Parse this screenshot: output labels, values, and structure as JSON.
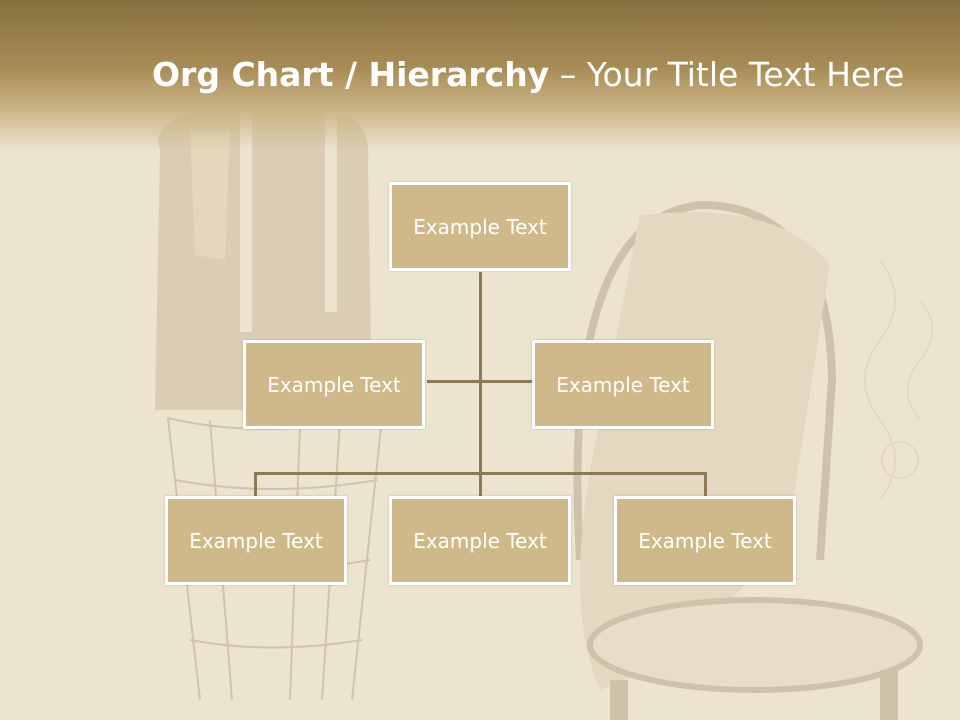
{
  "slide": {
    "title_bold": "Org Chart / Hierarchy",
    "title_sep": " – ",
    "title_regular": "Your Title Text Here"
  },
  "org_chart": {
    "root": "Example Text",
    "assistants": [
      "Example Text",
      "Example Text"
    ],
    "level2": [
      "Example Text",
      "Example Text",
      "Example Text"
    ]
  },
  "colors": {
    "title_band": "#86703f",
    "box_fill": "#cfb889",
    "box_border": "#ffffff",
    "connector": "#8d7a55",
    "background": "#ece3cf"
  }
}
